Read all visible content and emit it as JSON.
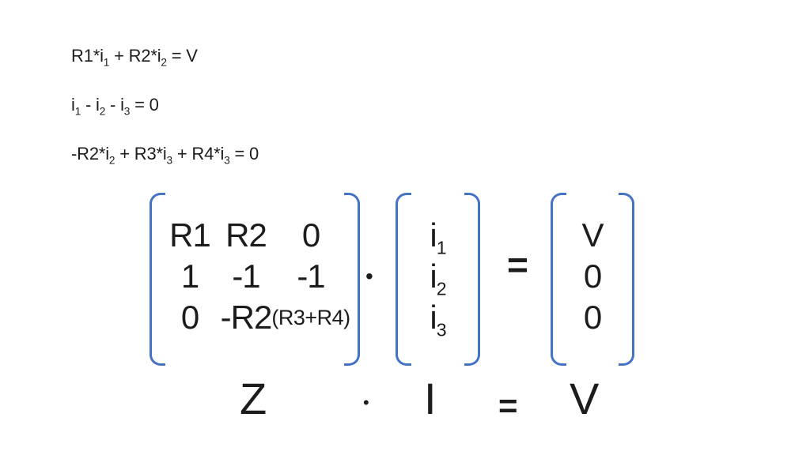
{
  "colors": {
    "background": "#ffffff",
    "text": "#1c1c1c",
    "bracket_blue": "#4472C4"
  },
  "equations": {
    "line1": [
      "R1*i",
      {
        "sub": "1"
      },
      " + R2*i",
      {
        "sub": "2"
      },
      " = V"
    ],
    "line2": [
      "i",
      {
        "sub": "1"
      },
      " - i",
      {
        "sub": "2"
      },
      " - i",
      {
        "sub": "3"
      },
      " = 0"
    ],
    "line3": [
      "-R2*i",
      {
        "sub": "2"
      },
      " + R3*i",
      {
        "sub": "3"
      },
      " + R4*i",
      {
        "sub": "3"
      },
      " = 0"
    ]
  },
  "matrix_equation": {
    "impedance_matrix": {
      "rows": [
        [
          "R1",
          "R2",
          "0"
        ],
        [
          "1",
          "-1",
          "-1"
        ],
        [
          "0",
          "-R2",
          "(R3+R4)"
        ]
      ]
    },
    "dot": "•",
    "current_vector": [
      [
        "i",
        {
          "sub": "1"
        }
      ],
      [
        "i",
        {
          "sub": "2"
        }
      ],
      [
        "i",
        {
          "sub": "3"
        }
      ]
    ],
    "equals": "=",
    "voltage_vector": [
      "V",
      "0",
      "0"
    ]
  },
  "symbolic_equation": {
    "impedance": "Z",
    "dot": "•",
    "current": "I",
    "equals": "=",
    "voltage": "V"
  }
}
